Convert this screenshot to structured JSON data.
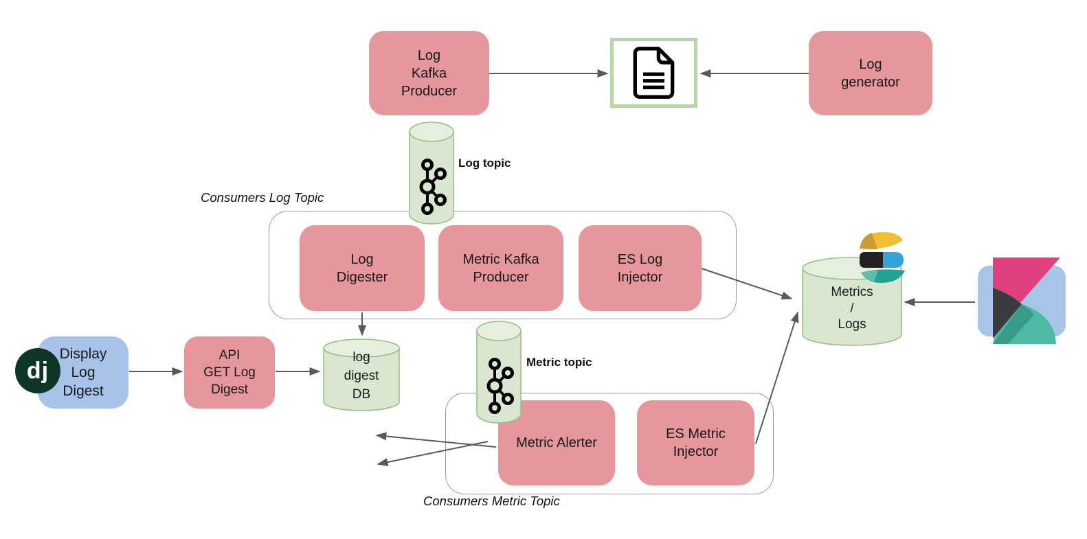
{
  "title": "Log and metric pipeline diagram",
  "colors": {
    "node_pink": "#e6979b",
    "node_blue": "#a7c4e8",
    "cylinder_fill": "#dae7d0",
    "cylinder_top": "#e5efdd",
    "cylinder_border": "#9cbd85",
    "document_border_green": "#b9d4aa",
    "arrow_gray": "#595959",
    "container_border_gray": "#9a9a9a",
    "django_green": "#0e3626",
    "kibana_blue": "#a8c4e6",
    "kibana_pink": "#e0407e",
    "kibana_dark": "#3b3b3d",
    "kibana_teal": "#4cbaa5",
    "es_yellow": "#f0bd35",
    "es_dark_yellow": "#cd9a33",
    "es_black": "#242021",
    "es_blue": "#33a3dc",
    "es_teal": "#23a294"
  },
  "boxes": {
    "log_kafka_producer": {
      "lines": [
        "Log",
        "Kafka",
        "Producer"
      ]
    },
    "log_generator": {
      "lines": [
        "Log",
        "generator"
      ]
    },
    "log_digester": {
      "lines": [
        "Log",
        "Digester"
      ]
    },
    "metric_kafka_producer": {
      "lines": [
        "Metric Kafka",
        "Producer"
      ]
    },
    "es_log_injector": {
      "lines": [
        "ES Log",
        "Injector"
      ]
    },
    "display_log_digest": {
      "lines": [
        "Display",
        "Log",
        "Digest"
      ]
    },
    "api_get_log_digest": {
      "lines": [
        "API",
        "GET Log",
        "Digest"
      ]
    },
    "metric_alerter": {
      "lines": [
        "Metric Alerter"
      ]
    },
    "es_metric_injector": {
      "lines": [
        "ES Metric",
        "Injector"
      ]
    }
  },
  "cylinders": {
    "log_topic": {
      "label": "Log topic"
    },
    "metric_topic": {
      "label": "Metric topic"
    },
    "log_digest_db": {
      "lines": [
        "log",
        "digest",
        "DB"
      ]
    },
    "metrics_logs": {
      "lines": [
        "Metrics",
        "/",
        "Logs"
      ]
    }
  },
  "groups": {
    "consumers_log_topic": {
      "label": "Consumers Log Topic"
    },
    "consumers_metric_topic": {
      "label": "Consumers Metric Topic"
    }
  },
  "icons": {
    "django": {
      "text": "dj"
    }
  }
}
